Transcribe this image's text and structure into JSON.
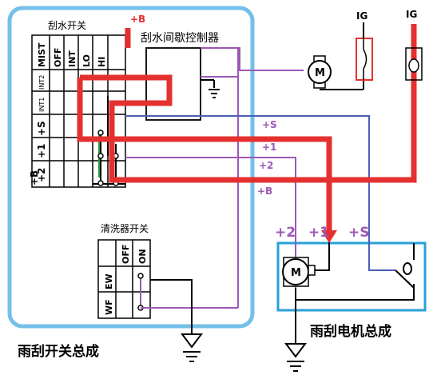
{
  "wiper_switch": {
    "title": "刮水开关",
    "positions": [
      "MIST",
      "OFF",
      "INT",
      "LO",
      "HI"
    ],
    "terminals": [
      "INT2",
      "INT1",
      "+S",
      "+1",
      "+2",
      "+B"
    ]
  },
  "intermittent_controller": {
    "title": "刮水间歇控制器",
    "supply": "+B"
  },
  "washer_switch": {
    "title": "清洗器开关",
    "positions": [
      "OFF",
      "ON"
    ],
    "terminals": [
      "EW",
      "WF"
    ]
  },
  "assembly_labels": {
    "switch_assembly": "雨刮开关总成",
    "motor_assembly": "雨刮电机总成"
  },
  "ignition_labels": [
    "IG",
    "IG"
  ],
  "motor_symbol": "M",
  "wire_labels": {
    "s": "+S",
    "one": "+1",
    "two": "+2",
    "b": "+B"
  },
  "motor_terminal_labels": {
    "two": "+2",
    "one": "+1",
    "s": "+S"
  },
  "colors": {
    "highlight_red": "#e53030",
    "purple_wire": "#9b59b6",
    "blue_wire": "#4a5fb5",
    "switch_border": "#74c0e8",
    "motor_border": "#2aa0d8"
  }
}
